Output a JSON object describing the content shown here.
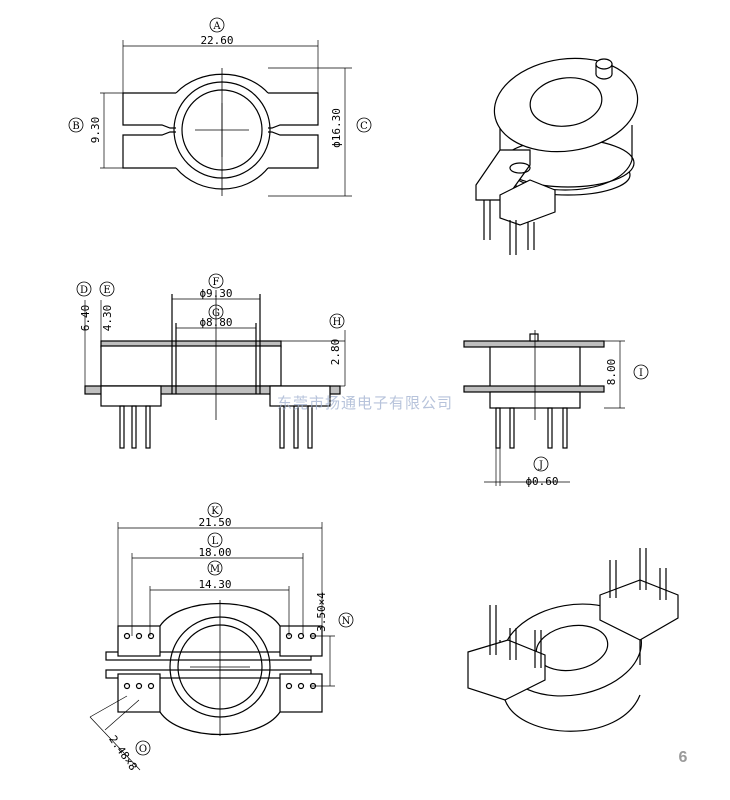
{
  "labels": {
    "A": "A",
    "B": "B",
    "C": "C",
    "D": "D",
    "E": "E",
    "F": "F",
    "G": "G",
    "H": "H",
    "I": "I",
    "J": "J",
    "K": "K",
    "L": "L",
    "M": "M",
    "N": "N",
    "O": "O"
  },
  "dimensions": {
    "A": "22.60",
    "B": "9.30",
    "C": "ϕ16.30",
    "D": "6.40",
    "E": "4.30",
    "F": "ϕ9.30",
    "G": "ϕ8.80",
    "H": "2.80",
    "I": "8.00",
    "J": "ϕ0.60",
    "K": "21.50",
    "L": "18.00",
    "M": "14.30",
    "N": "3.50×4",
    "O": "2.48×8"
  },
  "watermark": "东莞市扬通电子有限公司",
  "page_number": "6"
}
